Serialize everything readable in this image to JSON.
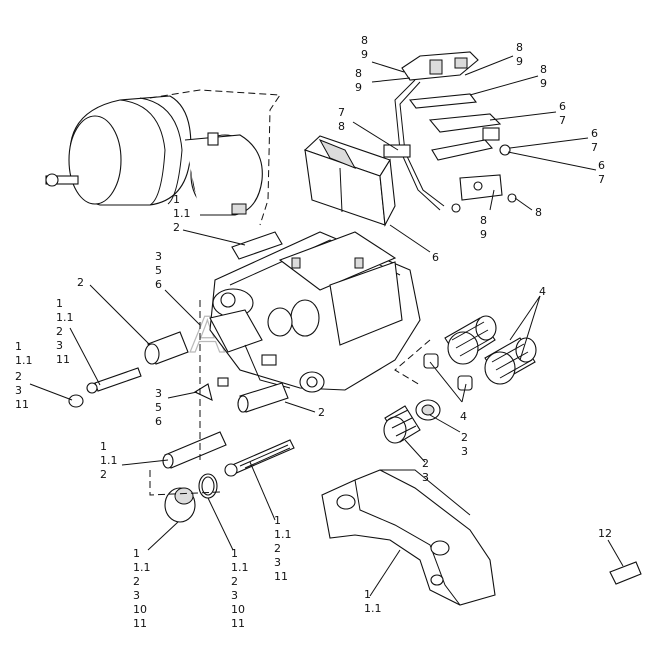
{
  "watermark": "AutoSoft",
  "callouts": [
    {
      "id": "c1",
      "lines": [
        "8",
        "9"
      ]
    },
    {
      "id": "c2",
      "lines": [
        "8",
        "9"
      ]
    },
    {
      "id": "c3",
      "lines": [
        "8",
        "9"
      ]
    },
    {
      "id": "c4",
      "lines": [
        "8",
        "9"
      ]
    },
    {
      "id": "c5",
      "lines": [
        "7",
        "8"
      ]
    },
    {
      "id": "c6",
      "lines": [
        "6",
        "7"
      ]
    },
    {
      "id": "c7",
      "lines": [
        "6",
        "7"
      ]
    },
    {
      "id": "c8",
      "lines": [
        "6",
        "7"
      ]
    },
    {
      "id": "c9",
      "lines": [
        "8"
      ]
    },
    {
      "id": "c10",
      "lines": [
        "8",
        "9"
      ]
    },
    {
      "id": "c11",
      "lines": [
        "6"
      ]
    },
    {
      "id": "c12",
      "lines": [
        "1",
        "1.1",
        "2"
      ]
    },
    {
      "id": "c13",
      "lines": [
        "3",
        "5",
        "6"
      ]
    },
    {
      "id": "c14",
      "lines": [
        "2"
      ]
    },
    {
      "id": "c15",
      "lines": [
        "1",
        "1.1",
        "2",
        "3",
        "11"
      ]
    },
    {
      "id": "c16",
      "lines": [
        "1",
        "1.1"
      ]
    },
    {
      "id": "c17",
      "lines": [
        "2",
        "3",
        "11"
      ]
    },
    {
      "id": "c18",
      "lines": [
        "4"
      ]
    },
    {
      "id": "c19",
      "lines": [
        "4"
      ]
    },
    {
      "id": "c20",
      "lines": [
        "3",
        "5",
        "6"
      ]
    },
    {
      "id": "c21",
      "lines": [
        "2"
      ]
    },
    {
      "id": "c22",
      "lines": [
        "1",
        "1.1",
        "2"
      ]
    },
    {
      "id": "c23",
      "lines": [
        "2",
        "3"
      ]
    },
    {
      "id": "c24",
      "lines": [
        "2",
        "3"
      ]
    },
    {
      "id": "c25",
      "lines": [
        "1",
        "1.1",
        "2",
        "3",
        "11"
      ]
    },
    {
      "id": "c26",
      "lines": [
        "1",
        "1.1",
        "2",
        "3",
        "10",
        "11"
      ]
    },
    {
      "id": "c27",
      "lines": [
        "1",
        "1.1",
        "2",
        "3",
        "10",
        "11"
      ]
    },
    {
      "id": "c28",
      "lines": [
        "1",
        "1.1"
      ]
    },
    {
      "id": "c29",
      "lines": [
        "12"
      ]
    }
  ]
}
